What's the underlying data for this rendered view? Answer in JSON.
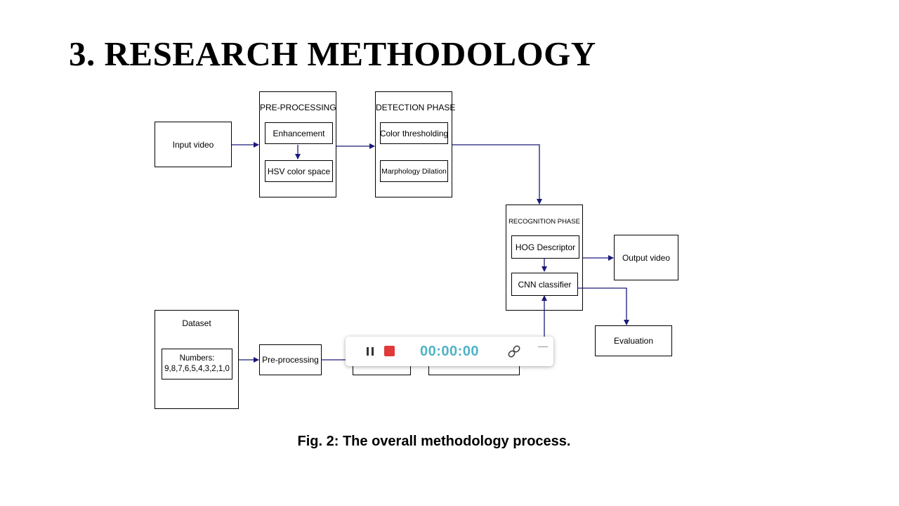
{
  "slide": {
    "title": "3. RESEARCH METHODOLOGY",
    "caption": "Fig. 2: The overall methodology process."
  },
  "diagram": {
    "input_video": "Input video",
    "preprocessing": {
      "title": "PRE-PROCESSING",
      "step1": "Enhancement",
      "step2": "HSV color space"
    },
    "detection": {
      "title": "DETECTION PHASE",
      "step1": "Color thresholding",
      "step2": "Marphology Dilation"
    },
    "recognition": {
      "title": "RECOGNITION PHASE",
      "step1": "HOG Descriptor",
      "step2": "CNN classifier"
    },
    "output_video": "Output video",
    "evaluation": "Evaluation",
    "dataset": {
      "title": "Dataset",
      "numbers_line1": "Numbers:",
      "numbers_line2": "9,8,7,6,5,4,3,2,1,0"
    },
    "dataset_preprocessing": "Pre-processing"
  },
  "recorder": {
    "timer": "00:00:00",
    "accent": "#4fb3c6",
    "stop_color": "#e03a3a",
    "icons": [
      "pause-icon",
      "stop-icon",
      "link-icon",
      "minimize-icon"
    ]
  }
}
